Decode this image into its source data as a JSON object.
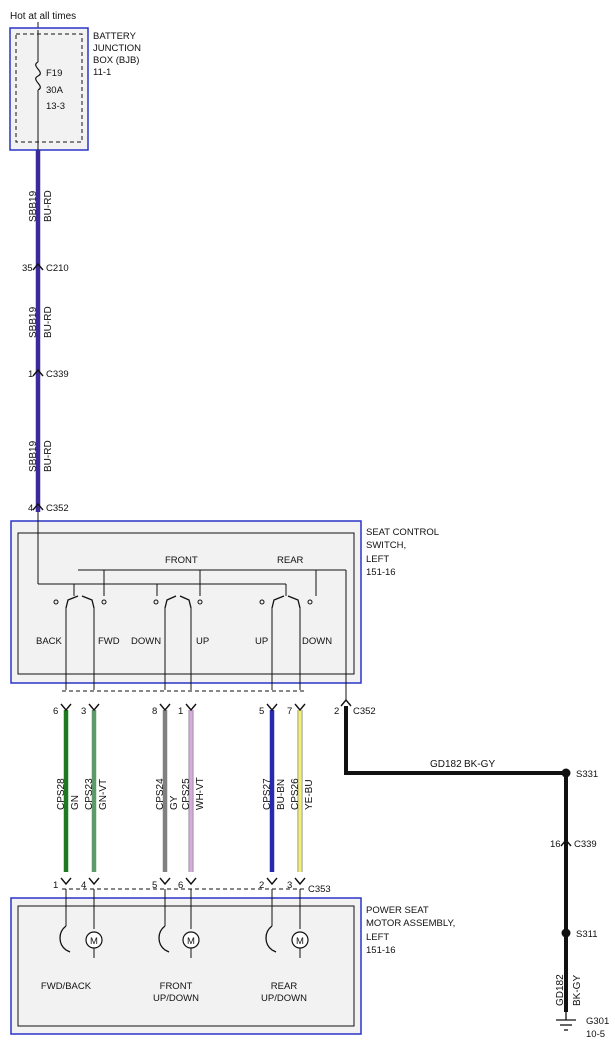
{
  "header": {
    "hot_label": "Hot at all times"
  },
  "bjb": {
    "title_lines": [
      "BATTERY",
      "JUNCTION",
      "BOX (BJB)",
      "11-1"
    ],
    "fuse_lines": [
      "F19",
      "30A",
      "13-3"
    ],
    "color_fill": "#f2f2f2",
    "color_border": "#2a35c9"
  },
  "feed": {
    "segments": [
      {
        "circuit": "SBB19",
        "color": "BU-RD"
      },
      {
        "circuit": "SBB19",
        "color": "BU-RD"
      },
      {
        "circuit": "SBB19",
        "color": "BU-RD"
      }
    ],
    "connectors": [
      {
        "pin": "35",
        "name": "C210"
      },
      {
        "pin": "1",
        "name": "C339"
      },
      {
        "pin": "4",
        "name": "C352"
      }
    ],
    "wire_color": "#3a2a9a"
  },
  "switch": {
    "title_lines": [
      "SEAT CONTROL",
      "SWITCH,",
      "LEFT",
      "151-16"
    ],
    "front_label": "FRONT",
    "rear_label": "REAR",
    "contact_labels": [
      "BACK",
      "FWD",
      "DOWN",
      "UP",
      "UP",
      "DOWN"
    ]
  },
  "c352_lower": {
    "pin": "2",
    "name": "C352"
  },
  "seat_wires": [
    {
      "pin_top": "6",
      "circuit": "CPS28",
      "color": "GN",
      "pin_bottom": "1",
      "hex": "#1e7a1e"
    },
    {
      "pin_top": "3",
      "circuit": "CPS23",
      "color": "GN-VT",
      "pin_bottom": "4",
      "hex": "#5c9a6a"
    },
    {
      "pin_top": "8",
      "circuit": "CPS24",
      "color": "GY",
      "pin_bottom": "5",
      "hex": "#808080"
    },
    {
      "pin_top": "1",
      "circuit": "CPS25",
      "color": "WH-VT",
      "pin_bottom": "6",
      "hex": "#d8a8e0"
    },
    {
      "pin_top": "5",
      "circuit": "CPS27",
      "color": "BU-BN",
      "pin_bottom": "2",
      "hex": "#2828b0"
    },
    {
      "pin_top": "7",
      "circuit": "CPS26",
      "color": "YE-BU",
      "pin_bottom": "3",
      "hex": "#f2ee70"
    }
  ],
  "c353": {
    "name": "C353"
  },
  "motor_assembly": {
    "title_lines": [
      "POWER SEAT",
      "MOTOR ASSEMBLY,",
      "LEFT",
      "151-16"
    ],
    "motors": [
      {
        "label_lines": [
          "FWD/BACK"
        ]
      },
      {
        "label_lines": [
          "FRONT",
          "UP/DOWN"
        ]
      },
      {
        "label_lines": [
          "REAR",
          "UP/DOWN"
        ]
      }
    ]
  },
  "ground": {
    "horizontal_wire": {
      "circuit": "GD182",
      "color": "BK-GY"
    },
    "vertical_wire": {
      "circuit": "GD182",
      "color": "BK-GY"
    },
    "splice_top": "S331",
    "connector": {
      "pin": "16",
      "name": "C339"
    },
    "splice_bottom": "S311",
    "ground_lines": [
      "G301",
      "10-5"
    ],
    "wire_hex": "#111111"
  }
}
